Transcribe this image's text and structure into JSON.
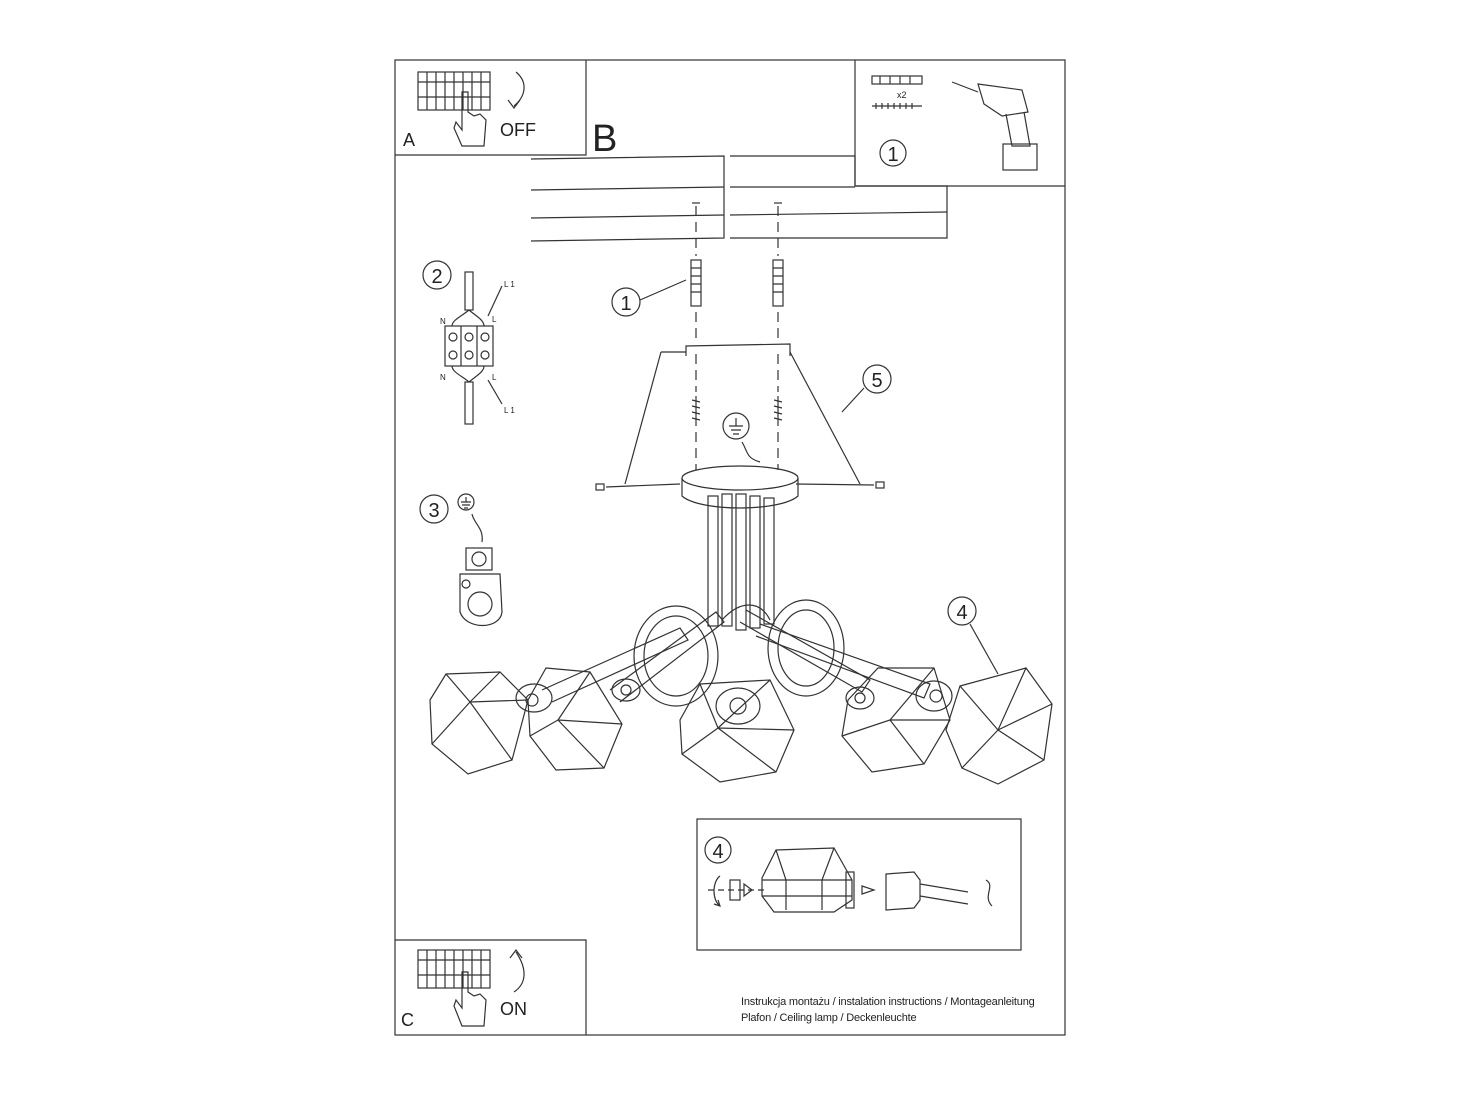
{
  "panels": {
    "a": {
      "letter": "A",
      "action": "OFF"
    },
    "b": {
      "letter": "B"
    },
    "c": {
      "letter": "C",
      "action": "ON"
    }
  },
  "tools": {
    "step": "1",
    "quantity": "x2"
  },
  "steps": {
    "dowel": "1",
    "wiring": "2",
    "ground": "3",
    "shade": "4",
    "canopy": "5",
    "inset": "4"
  },
  "wiring_labels": {
    "n_top": "N",
    "n_bottom": "N",
    "l_top": "L",
    "l_bottom": "L",
    "l1_top": "L 1",
    "l1_bottom": "L 1"
  },
  "caption": {
    "line1": "Instrukcja montażu / instalation instructions / Montageanleitung",
    "line2": "Plafon / Ceiling lamp / Deckenleuchte"
  }
}
